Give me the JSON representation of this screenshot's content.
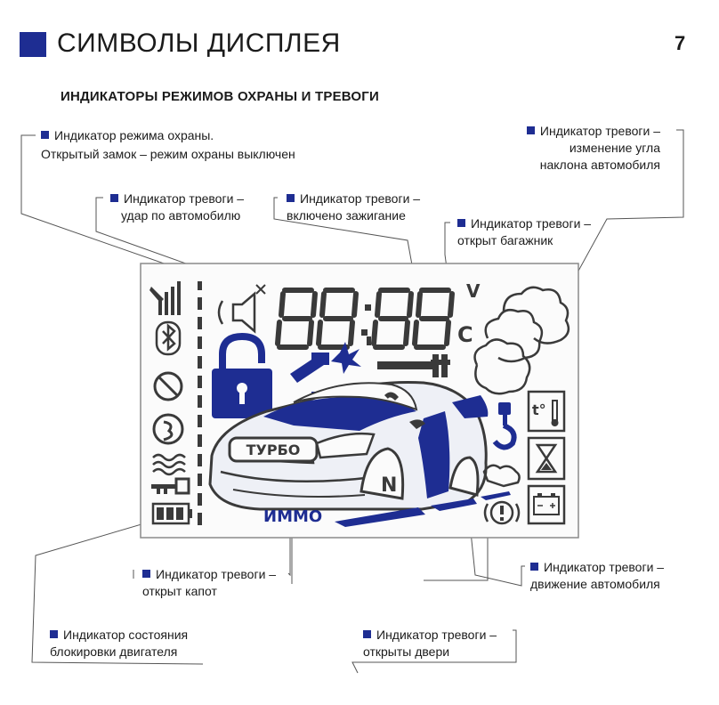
{
  "header": {
    "title": "СИМВОЛЫ ДИСПЛЕЯ",
    "page_number": "7",
    "subtitle": "ИНДИКАТОРЫ РЕЖИМОВ ОХРАНЫ И ТРЕВОГИ"
  },
  "callouts": {
    "guard_mode": {
      "line1": "Индикатор режима охраны.",
      "line2": "Открытый замок – режим охраны выключен"
    },
    "shock": {
      "line1": "Индикатор тревоги –",
      "line2": "удар по автомобилю"
    },
    "ignition": {
      "line1": "Индикатор тревоги –",
      "line2": "включено зажигание"
    },
    "trunk": {
      "line1": "Индикатор тревоги –",
      "line2": "открыт багажник"
    },
    "tilt": {
      "line1": "Индикатор тревоги –",
      "line2": "изменение угла",
      "line3": "наклона автомобиля"
    },
    "hood": {
      "line1": "Индикатор тревоги –",
      "line2": "открыт капот"
    },
    "engine_block": {
      "line1": "Индикатор  состояния",
      "line2": "блокировки двигателя"
    },
    "doors": {
      "line1": "Индикатор тревоги –",
      "line2": "открыты двери"
    },
    "movement": {
      "line1": "Индикатор тревоги –",
      "line2": "движение автомобиля"
    }
  },
  "display": {
    "clock_digits": "88:88",
    "unit_v": "V",
    "unit_c": "C",
    "turbo_label": "ТУРБО",
    "immo_label": "ИММО",
    "gear_label": "N",
    "temp_label": "t°"
  },
  "colors": {
    "accent": "#1e2d92",
    "lcd_gray": "#3a3a3a",
    "leader_gray": "#555555"
  }
}
